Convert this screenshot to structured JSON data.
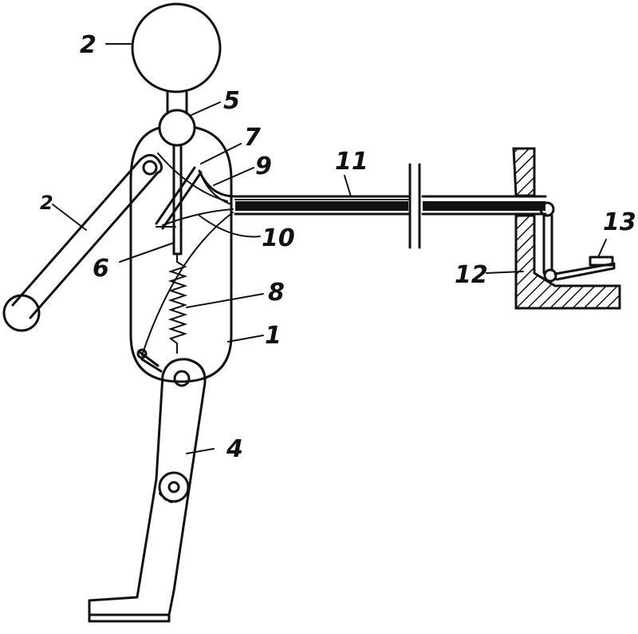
{
  "diagram": {
    "labels": {
      "body": "1",
      "head": "2",
      "arm": "2",
      "leg": "4",
      "neck_joint": "5",
      "rod": "6",
      "lever": "7",
      "spring": "8",
      "cable_upper": "9",
      "cable_lower": "10",
      "cable_bundle": "11",
      "base": "12",
      "pedal": "13"
    }
  }
}
